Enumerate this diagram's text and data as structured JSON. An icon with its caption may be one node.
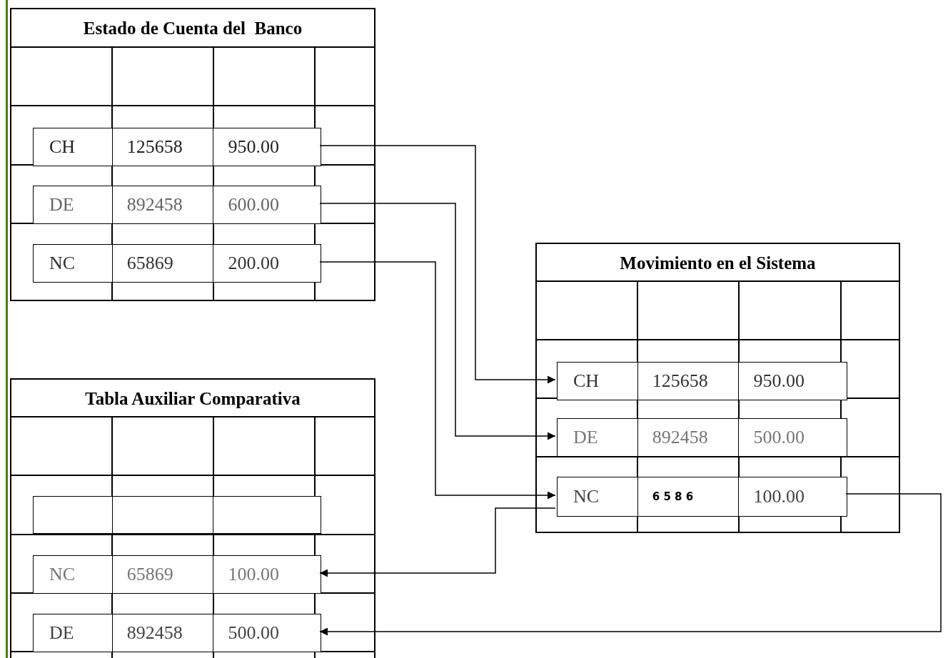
{
  "diagram": {
    "nodes": [
      {
        "text": [
          "Estado de Cuenta del  Banco"
        ]
      },
      {
        "text": [
          "CH",
          "125658",
          "950.00"
        ],
        "in": 0
      },
      {
        "text": [
          "DE",
          "892458",
          "600.00"
        ],
        "in": 0
      },
      {
        "text": [
          "NC",
          "65869",
          "200.00"
        ],
        "in": 0
      },
      {
        "text": [
          "Movimiento en el Sistema"
        ]
      },
      {
        "text": [
          "CH",
          "125658",
          "950.00"
        ],
        "in": 4
      },
      {
        "text": [
          "DE",
          "892458",
          "500.00"
        ],
        "in": 4
      },
      {
        "text": [
          "NC",
          "6 5 8 6",
          "100.00"
        ],
        "in": 4
      },
      {
        "text": [
          "Tabla Auxiliar Comparativa"
        ]
      },
      {
        "text": [],
        "shape": "box",
        "in": 8
      },
      {
        "text": [
          "NC",
          "65869",
          "100.00"
        ],
        "in": 8
      },
      {
        "text": [
          "DE",
          "892458",
          "500.00"
        ],
        "in": 8
      }
    ],
    "edges": [
      {
        "from": 1,
        "to": 5,
        "arrow": "to"
      },
      {
        "from": 2,
        "to": 6,
        "arrow": "to"
      },
      {
        "from": 3,
        "to": 7,
        "arrow": "to"
      },
      {
        "from": 7,
        "to": 10,
        "arrow": "to"
      },
      {
        "from": 7,
        "to": 11,
        "arrow": "to"
      }
    ]
  }
}
